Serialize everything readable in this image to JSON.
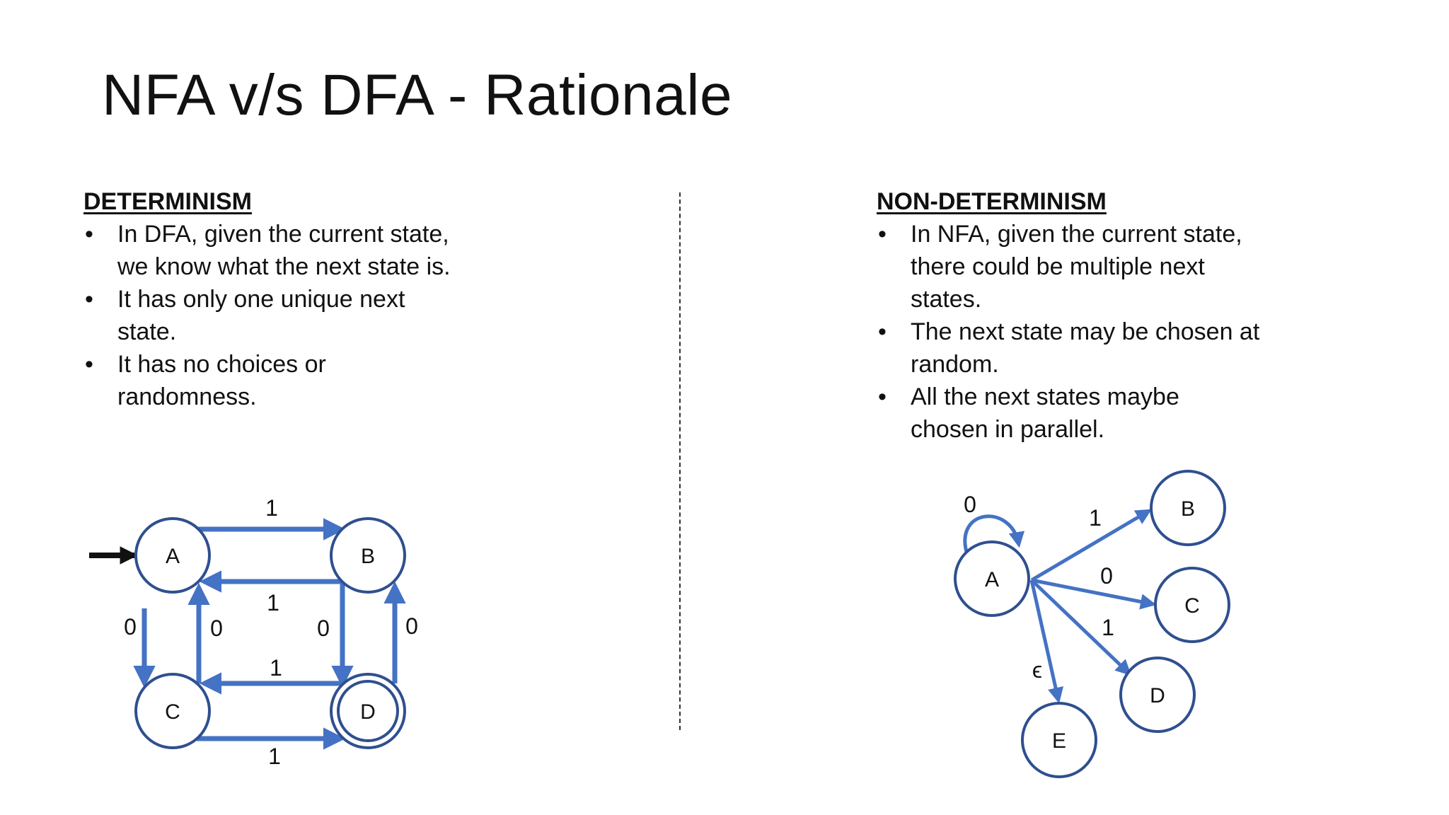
{
  "title": "NFA v/s DFA - Rationale",
  "left": {
    "heading": "DETERMINISM",
    "bullets": [
      [
        "In DFA, given the current state,",
        "we know what the next state is."
      ],
      [
        "It has only one unique next",
        "state."
      ],
      [
        "It has no choices or",
        "randomness."
      ]
    ]
  },
  "right": {
    "heading": "NON-DETERMINISM",
    "bullets": [
      [
        "In NFA, given the current state,",
        "there could be multiple next",
        "states."
      ],
      [
        "The next state may be chosen at",
        "random."
      ],
      [
        "All the next states maybe",
        "chosen in parallel."
      ]
    ]
  },
  "bullet_glyph": "•",
  "colors": {
    "edge": "#4472c4",
    "node": "#2f4f8f",
    "start_arrow": "#111111"
  },
  "dfa": {
    "states": [
      "A",
      "B",
      "C",
      "D"
    ],
    "start_state": "A",
    "accept_states": [
      "D"
    ],
    "transitions": [
      {
        "from": "A",
        "to": "B",
        "label": "1"
      },
      {
        "from": "B",
        "to": "A",
        "label": "1"
      },
      {
        "from": "A",
        "to": "C",
        "label": "0"
      },
      {
        "from": "C",
        "to": "A",
        "label": "0"
      },
      {
        "from": "B",
        "to": "D",
        "label": "0"
      },
      {
        "from": "D",
        "to": "B",
        "label": "0"
      },
      {
        "from": "D",
        "to": "C",
        "label": "1"
      },
      {
        "from": "C",
        "to": "D",
        "label": "1"
      }
    ]
  },
  "nfa": {
    "states": [
      "A",
      "B",
      "C",
      "D",
      "E"
    ],
    "transitions": [
      {
        "from": "A",
        "to": "A",
        "label": "0"
      },
      {
        "from": "A",
        "to": "B",
        "label": "1"
      },
      {
        "from": "A",
        "to": "C",
        "label": "0"
      },
      {
        "from": "A",
        "to": "D",
        "label": "1"
      },
      {
        "from": "A",
        "to": "E",
        "label": "ϵ"
      }
    ]
  }
}
